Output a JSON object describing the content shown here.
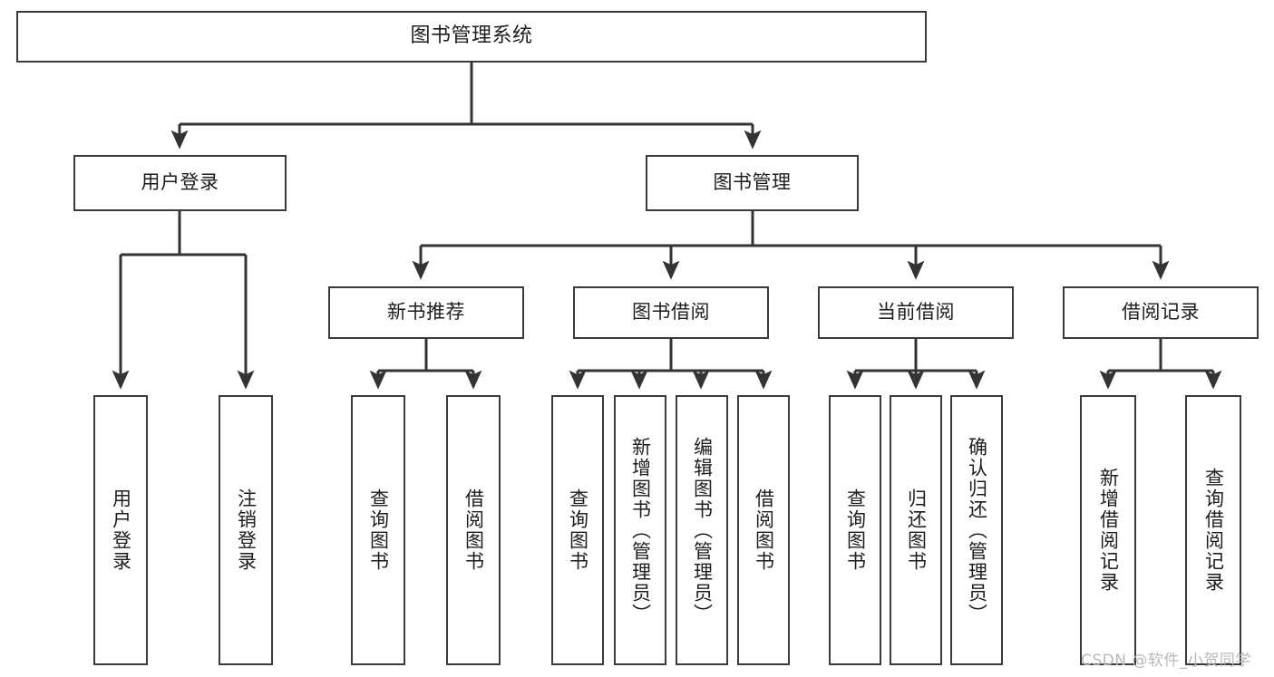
{
  "diagram": {
    "type": "tree",
    "title": "图书管理系统",
    "theme": {
      "background": "#ffffff",
      "box_border": "#3a3a3a",
      "box_fill": "#ffffff",
      "text": "#1d1d1d",
      "connector": "#333333",
      "watermark": "#b9b9b9"
    },
    "root": {
      "id": "root",
      "label": "图书管理系统",
      "orientation": "horizontal"
    },
    "level1": [
      {
        "id": "user-login",
        "label": "用户登录",
        "orientation": "horizontal"
      },
      {
        "id": "book-management",
        "label": "图书管理",
        "orientation": "horizontal"
      }
    ],
    "level2": [
      {
        "id": "new-book-recommend",
        "label": "新书推荐",
        "parent": "book-management",
        "orientation": "horizontal"
      },
      {
        "id": "book-borrow",
        "label": "图书借阅",
        "parent": "book-management",
        "orientation": "horizontal"
      },
      {
        "id": "current-borrow",
        "label": "当前借阅",
        "parent": "book-management",
        "orientation": "horizontal"
      },
      {
        "id": "borrow-record",
        "label": "借阅记录",
        "parent": "book-management",
        "orientation": "horizontal"
      }
    ],
    "leaves": [
      {
        "id": "leaf-user-login",
        "label": "用户登录",
        "parent": "user-login",
        "orientation": "vertical"
      },
      {
        "id": "leaf-logout",
        "label": "注销登录",
        "parent": "user-login",
        "orientation": "vertical"
      },
      {
        "id": "leaf-query-book-1",
        "label": "查询图书",
        "parent": "new-book-recommend",
        "orientation": "vertical"
      },
      {
        "id": "leaf-borrow-book-1",
        "label": "借阅图书",
        "parent": "new-book-recommend",
        "orientation": "vertical"
      },
      {
        "id": "leaf-query-book-2",
        "label": "查询图书",
        "parent": "book-borrow",
        "orientation": "vertical"
      },
      {
        "id": "leaf-add-book",
        "label": "新增图书（管理员）",
        "parent": "book-borrow",
        "orientation": "vertical"
      },
      {
        "id": "leaf-edit-book",
        "label": "编辑图书（管理员）",
        "parent": "book-borrow",
        "orientation": "vertical"
      },
      {
        "id": "leaf-borrow-book-2",
        "label": "借阅图书",
        "parent": "book-borrow",
        "orientation": "vertical"
      },
      {
        "id": "leaf-query-book-3",
        "label": "查询图书",
        "parent": "current-borrow",
        "orientation": "vertical"
      },
      {
        "id": "leaf-return-book",
        "label": "归还图书",
        "parent": "current-borrow",
        "orientation": "vertical"
      },
      {
        "id": "leaf-confirm-return",
        "label": "确认归还（管理员）",
        "parent": "current-borrow",
        "orientation": "vertical"
      },
      {
        "id": "leaf-add-record",
        "label": "新增借阅记录",
        "parent": "borrow-record",
        "orientation": "vertical"
      },
      {
        "id": "leaf-query-record",
        "label": "查询借阅记录",
        "parent": "borrow-record",
        "orientation": "vertical"
      }
    ],
    "watermark": "CSDN @软件_小贺同学"
  }
}
